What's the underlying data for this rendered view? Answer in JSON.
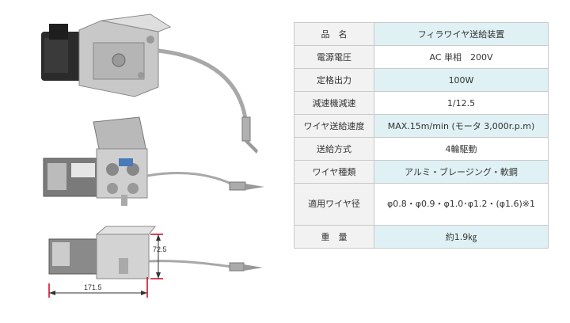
{
  "dimensions": {
    "height_label": "72.5",
    "width_label": "171.5"
  },
  "spec_table": {
    "rows": [
      {
        "label": "品　名",
        "value": "フィラワイヤ送給装置"
      },
      {
        "label": "電源電圧",
        "value": "AC 単相　200V"
      },
      {
        "label": "定格出力",
        "value": "100W"
      },
      {
        "label": "減速機減速",
        "value": "1/12.5"
      },
      {
        "label": "ワイヤ送給速度",
        "value": "MAX.15m/min (モータ 3,000r.p.m)"
      },
      {
        "label": "送給方式",
        "value": "4輪駆動"
      },
      {
        "label": "ワイヤ種類",
        "value": "アルミ・ブレージング・軟鋼"
      },
      {
        "label": "適用ワイヤ径",
        "value": "φ0.8・φ0.9・φ1.0･φ1.2・(φ1.6)※1"
      },
      {
        "label": "重　量",
        "value": "約1.9㎏"
      }
    ]
  },
  "colors": {
    "value_odd_bg": "#dff1f4",
    "label_bg": "#f2f2f2",
    "border": "#c9c9c9",
    "dimension_line": "#d0021b"
  }
}
